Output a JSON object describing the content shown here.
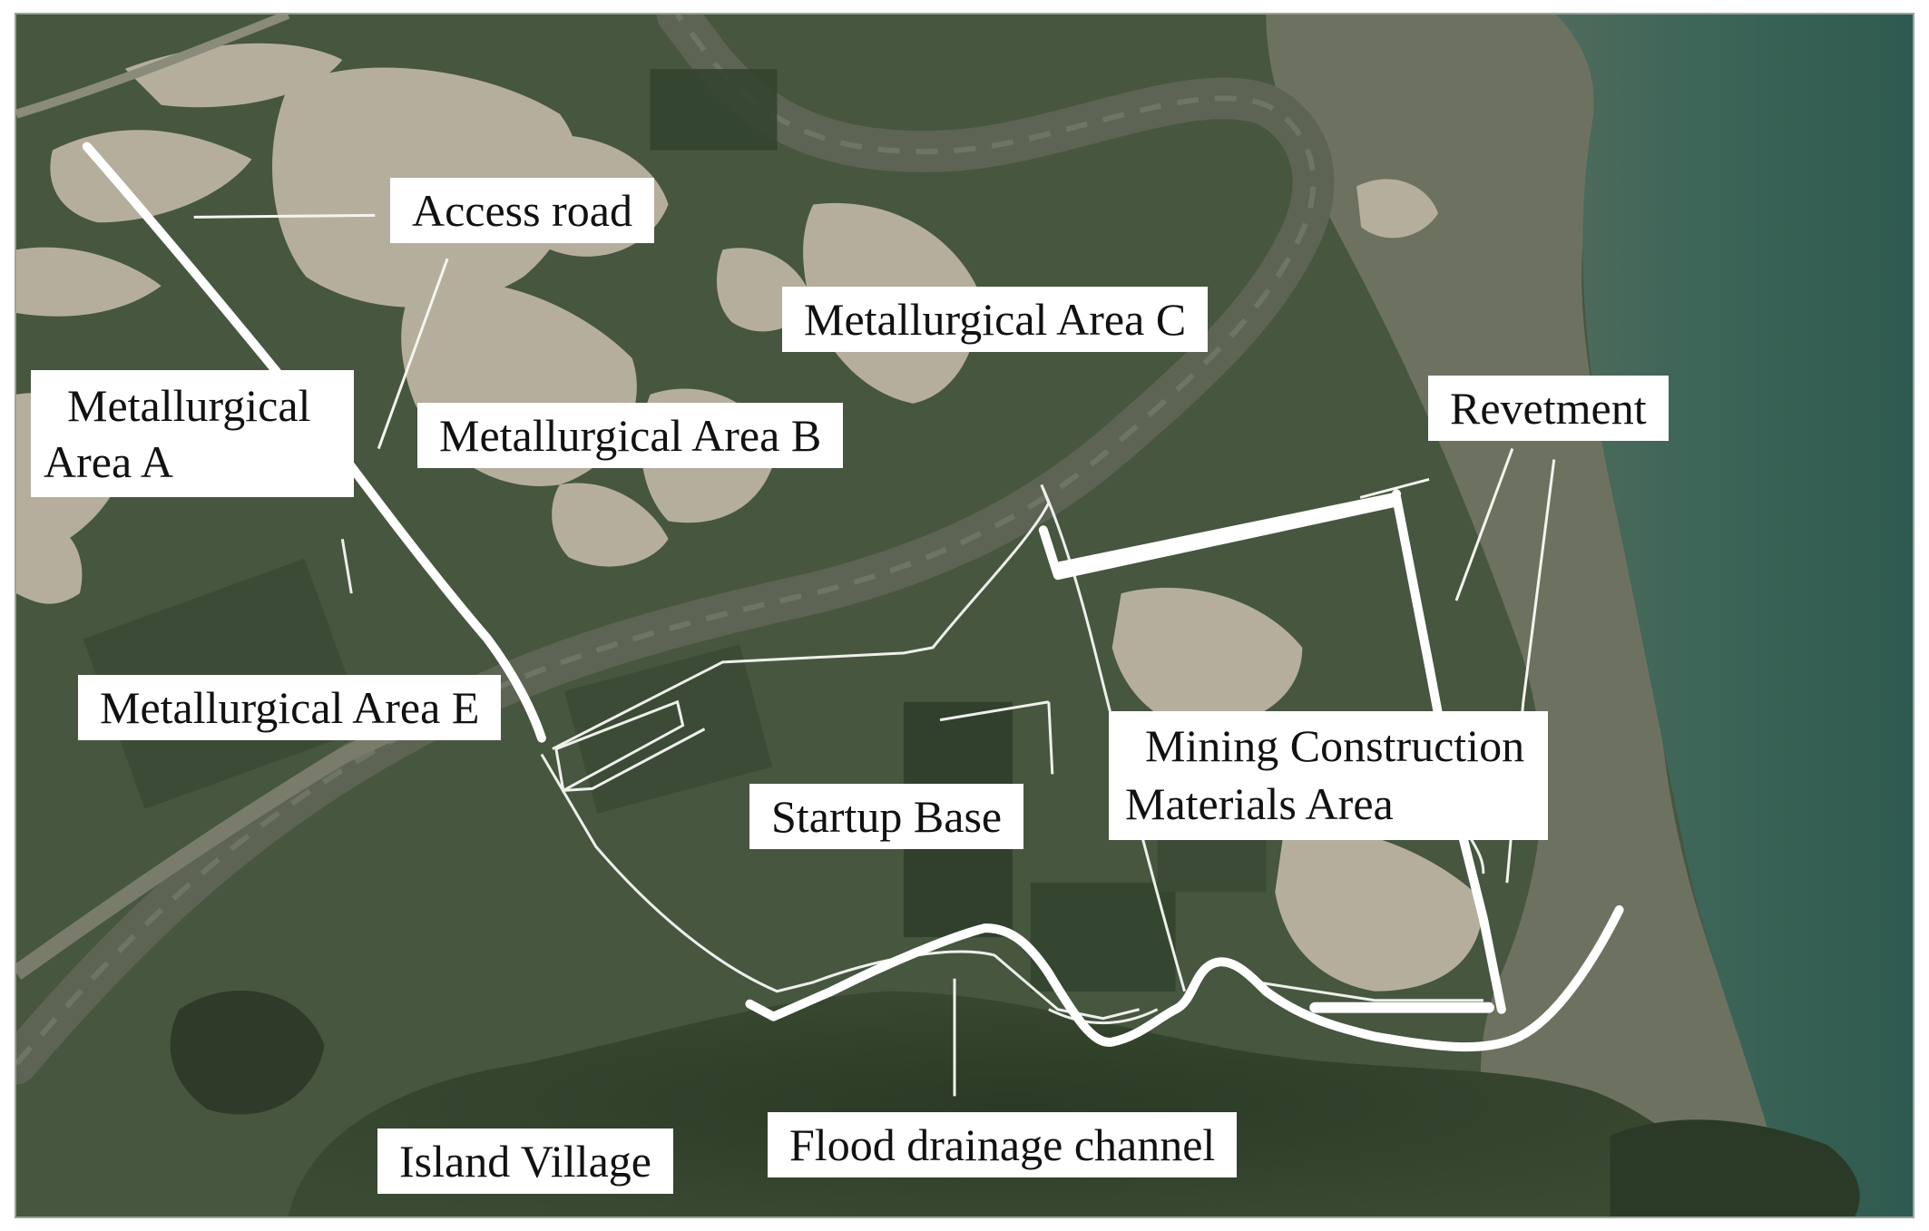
{
  "map": {
    "labels": {
      "access_road": "Access road",
      "area_a": [
        "Metallurgical",
        "Area A"
      ],
      "area_b": "Metallurgical Area B",
      "area_c": "Metallurgical Area C",
      "area_e": "Metallurgical Area E",
      "revetment": "Revetment",
      "startup_base": "Startup Base",
      "mining_area": [
        "Mining Construction",
        "Materials Area"
      ],
      "island_village": "Island Village",
      "flood_channel": "Flood drainage channel"
    },
    "colors": {
      "land_dark": "#3f4e3a",
      "land_green": "#4e5e44",
      "sand": "#b9b2a2",
      "tidal_flat": "#6b6f5e",
      "sea": "#3b6157",
      "outline": "#ffffff"
    }
  }
}
